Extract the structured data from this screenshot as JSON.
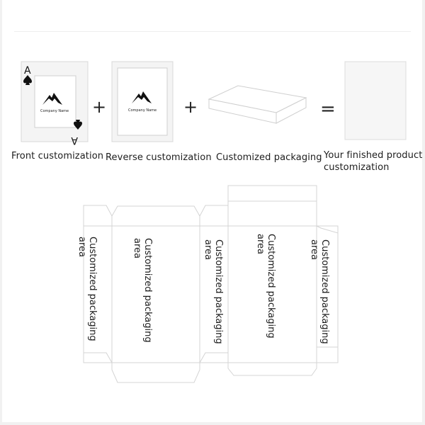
{
  "steps": [
    {
      "label": "Front customization"
    },
    {
      "label": "Reverse customization"
    },
    {
      "label": "Customized packaging"
    },
    {
      "label_line1": "Your finished product",
      "label_line2": "customization"
    }
  ],
  "operators": {
    "plus": "+",
    "equals": "="
  },
  "card": {
    "rank": "A",
    "company_name": "Company Name"
  },
  "dieline": {
    "area_label_line1": "Customized packaging",
    "area_label_line2": "area"
  }
}
